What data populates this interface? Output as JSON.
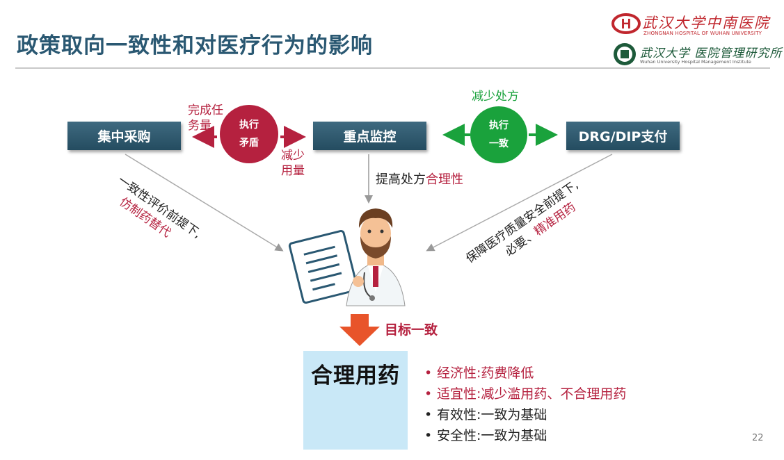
{
  "slide": {
    "title": "政策取向一致性和对医疗行为的影响",
    "page_number": "22"
  },
  "logos": {
    "hospital": {
      "name": "武汉大学中南医院",
      "subtitle": "ZHONGNAN HOSPITAL OF WUHAN UNIVERSITY",
      "mark_letter": "H",
      "icon": "hospital-logo-icon"
    },
    "institute": {
      "name": "武汉大学 医院管理研究所",
      "subtitle": "Wuhan University Hospital Management Institute",
      "icon": "university-seal-icon"
    }
  },
  "nodes": {
    "left": "集中采购",
    "center": "重点监控",
    "right": "DRG/DIP支付"
  },
  "left_link": {
    "circle_line1": "执行",
    "circle_line2": "矛盾",
    "top_label_line1": "完成任",
    "top_label_line2": "务量",
    "bottom_label_line1": "减少",
    "bottom_label_line2": "用量"
  },
  "right_link": {
    "top_label": "减少处方",
    "circle_line1": "执行",
    "circle_line2": "一致"
  },
  "center_down": {
    "prefix": "提高处方",
    "highlight": "合理性"
  },
  "left_diagonal": {
    "line1": "一致性评价前提下,",
    "line2": "仿制药替代"
  },
  "right_diagonal": {
    "line1": "保障医疗质量安全前提下,",
    "line2_prefix": "必要、",
    "line2_highlight": "精准用药"
  },
  "goal": {
    "label": "目标一致",
    "box_title": "合理用药"
  },
  "bullets": [
    {
      "text": "经济性:药费降低",
      "color": "#b5213f"
    },
    {
      "text": "适宜性:减少滥用药、不合理用药",
      "color": "#b5213f"
    },
    {
      "text": "有效性:一致为基础",
      "color": "#222222"
    },
    {
      "text": "安全性:一致为基础",
      "color": "#222222"
    }
  ],
  "colors": {
    "box_blue": "#2f5a6f",
    "accent_red": "#b5213f",
    "accent_green": "#1aa23c",
    "arrow_orange": "#e8542a",
    "pill_yellow": "#f7d21a",
    "pill_blue": "#1f5bb5"
  }
}
